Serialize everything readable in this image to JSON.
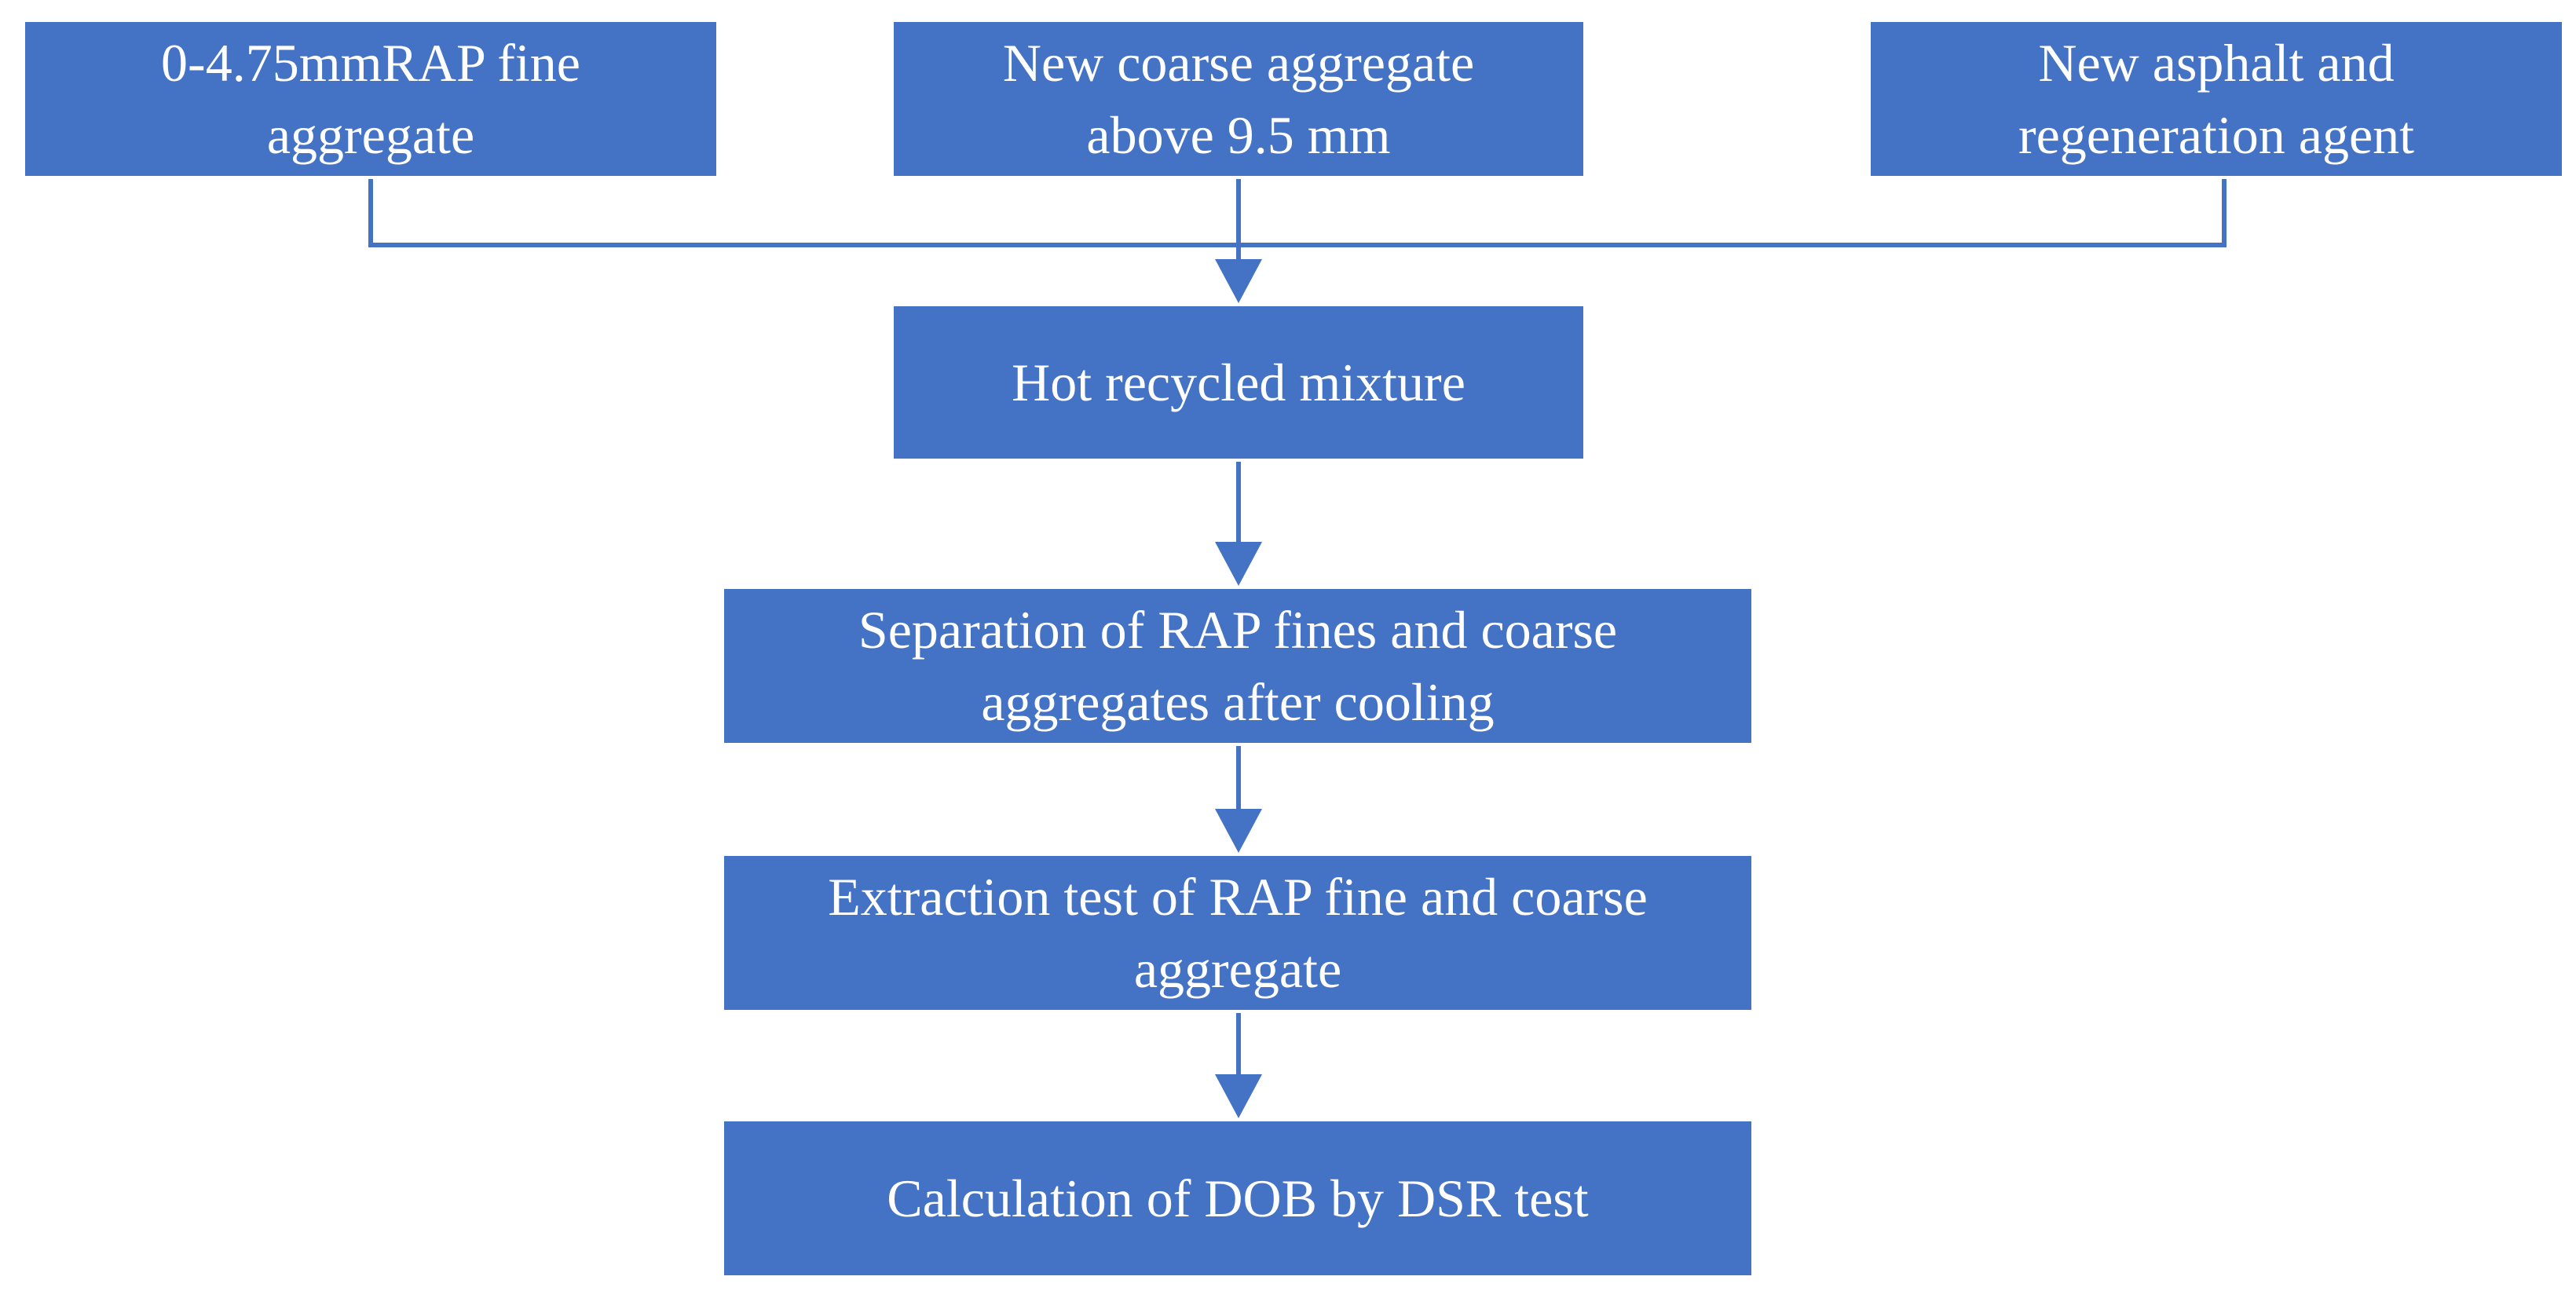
{
  "colors": {
    "box_fill": "#4472c4",
    "box_text": "#ffffff",
    "connector": "#4472c4"
  },
  "nodes": {
    "rap_fine": {
      "line1": "0-4.75mmRAP fine",
      "line2": "aggregate"
    },
    "new_coarse": {
      "line1": "New coarse aggregate",
      "line2": "above 9.5 mm"
    },
    "asphalt_agent": {
      "line1": "New asphalt and",
      "line2": "regeneration agent"
    },
    "hot_mixture": {
      "label": "Hot recycled mixture"
    },
    "separation": {
      "line1": "Separation of RAP fines and coarse",
      "line2": "aggregates after cooling"
    },
    "extraction": {
      "line1": "Extraction test of RAP fine and coarse",
      "line2": "aggregate"
    },
    "dob": {
      "label": "Calculation of DOB by DSR test"
    }
  }
}
